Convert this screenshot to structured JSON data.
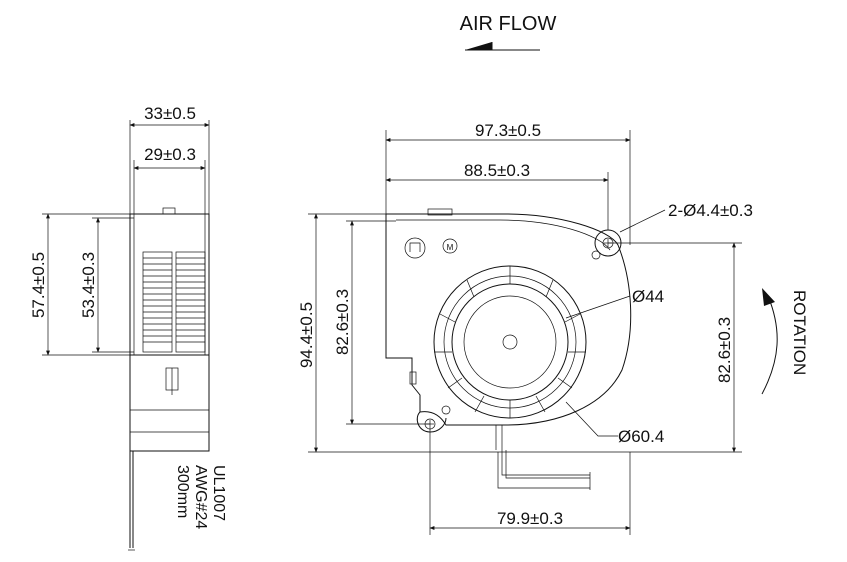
{
  "airflow": {
    "label": "AIR FLOW"
  },
  "rotation": {
    "label": "ROTATION"
  },
  "side_view": {
    "width_outer": "33±0.5",
    "width_inner": "29±0.3",
    "height_outer": "57.4±0.5",
    "height_inner": "53.4±0.3",
    "wire": [
      "UL1007",
      "AWG#24",
      "300mm"
    ]
  },
  "front_view": {
    "width_total": "97.3±0.5",
    "width_holes": "88.5±0.3",
    "height_total": "94.4±0.5",
    "height_left_inner": "82.6±0.3",
    "height_right_inner": "82.6±0.3",
    "mount_holes": "2-Ø4.4±0.3",
    "hub_diameter": "Ø44",
    "impeller_diameter": "Ø60.4",
    "bottom_width": "79.9±0.3"
  }
}
